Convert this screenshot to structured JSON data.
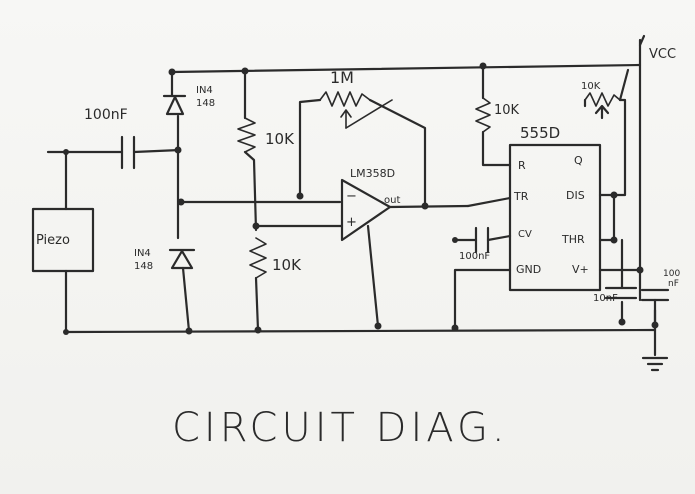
{
  "title": "CIRCUIT DIAG.",
  "labels": {
    "vcc": "VCC",
    "piezo": "Piezo",
    "cap_input": "100nF",
    "diode_top_line1": "IN4",
    "diode_top_line2": "148",
    "diode_bottom_line1": "IN4",
    "diode_bottom_line2": "148",
    "res_top": "10K",
    "res_bottom": "10K",
    "res_feedback": "1M",
    "opamp": "LM358D",
    "opamp_out": "out",
    "opamp_minus": "−",
    "opamp_plus": "+",
    "res_reset": "10K",
    "pot": "10K",
    "timer": "555D",
    "pin_r": "R",
    "pin_q": "Q",
    "pin_tr": "TR",
    "pin_dis": "DIS",
    "pin_cv": "CV",
    "pin_thr": "THR",
    "pin_gnd": "GND",
    "pin_vplus": "V+",
    "cap_cv": "100nF",
    "cap_timing": "10nF",
    "cap_supply_line1": "100",
    "cap_supply_line2": "nF"
  }
}
